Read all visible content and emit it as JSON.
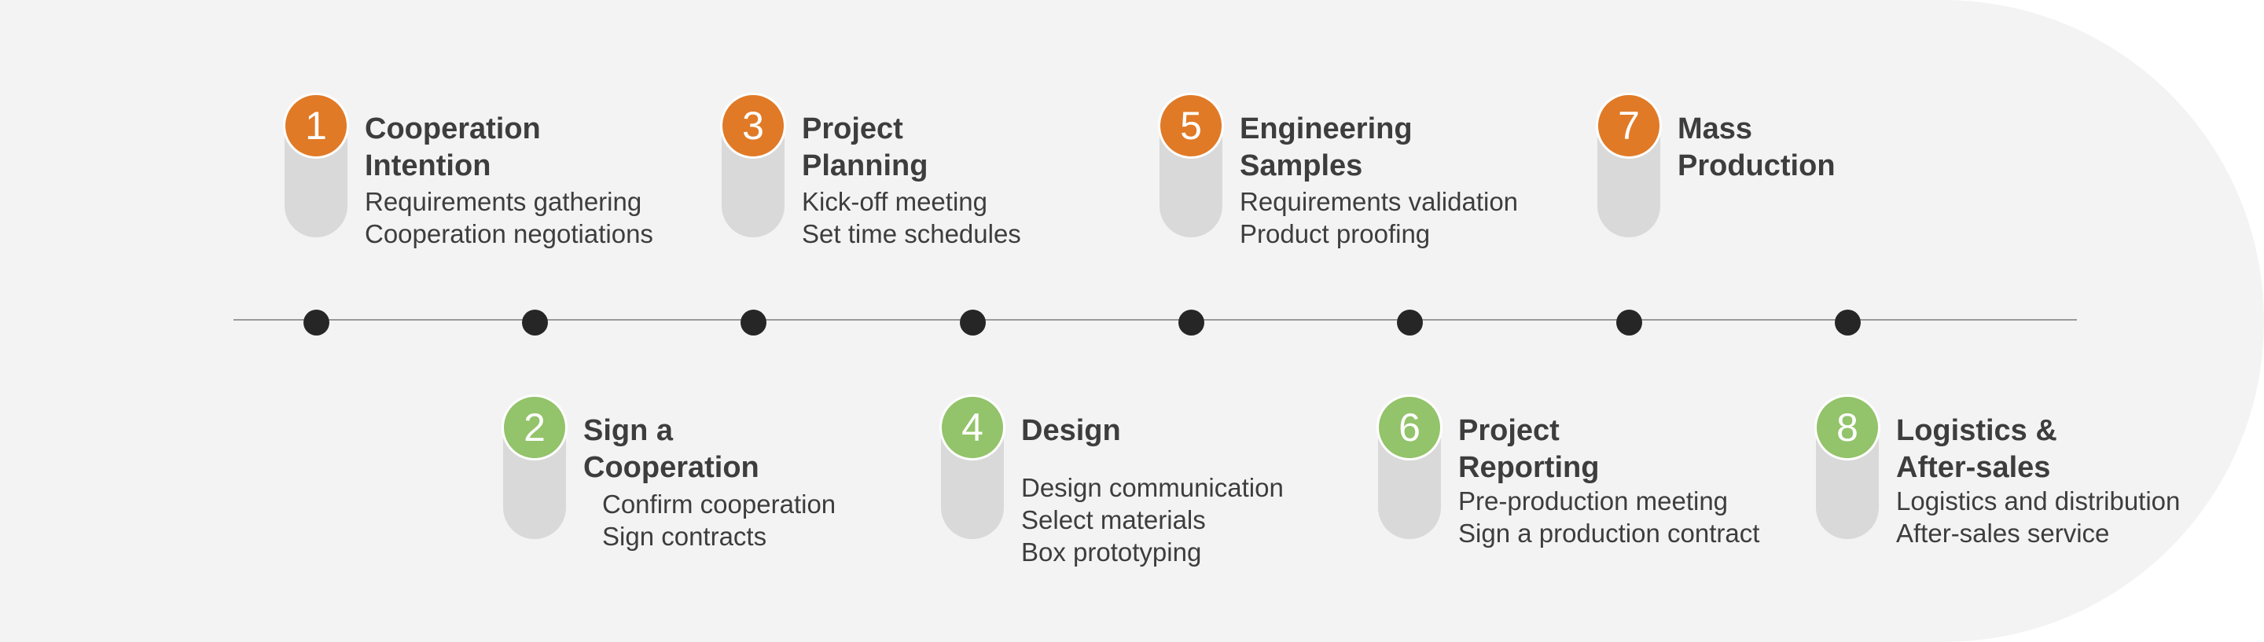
{
  "colors": {
    "background": "#f3f3f3",
    "pill": "#d9d9d9",
    "orange": "#e07a27",
    "green": "#93c36a",
    "dot": "#262626",
    "line": "#9a9a9a",
    "text": "#3d3d3d"
  },
  "steps": [
    {
      "number": "1",
      "title": "Cooperation\nIntention",
      "lines": [
        "Requirements gathering",
        "Cooperation negotiations"
      ],
      "color": "orange"
    },
    {
      "number": "2",
      "title": "Sign a\nCooperation",
      "lines": [
        "Confirm cooperation",
        "Sign contracts"
      ],
      "color": "green"
    },
    {
      "number": "3",
      "title": "Project\nPlanning",
      "lines": [
        "Kick-off meeting",
        "Set time schedules"
      ],
      "color": "orange"
    },
    {
      "number": "4",
      "title": "Design",
      "lines": [
        "Design communication",
        "Select materials",
        "Box prototyping"
      ],
      "color": "green"
    },
    {
      "number": "5",
      "title": "Engineering\nSamples",
      "lines": [
        "Requirements validation",
        "Product proofing"
      ],
      "color": "orange"
    },
    {
      "number": "6",
      "title": "Project\nReporting",
      "lines": [
        "Pre-production meeting",
        "Sign a production contract"
      ],
      "color": "green"
    },
    {
      "number": "7",
      "title": "Mass\nProduction",
      "lines": [],
      "color": "orange"
    },
    {
      "number": "8",
      "title": "Logistics &\nAfter-sales",
      "lines": [
        "Logistics and distribution",
        "After-sales service"
      ],
      "color": "green"
    }
  ]
}
